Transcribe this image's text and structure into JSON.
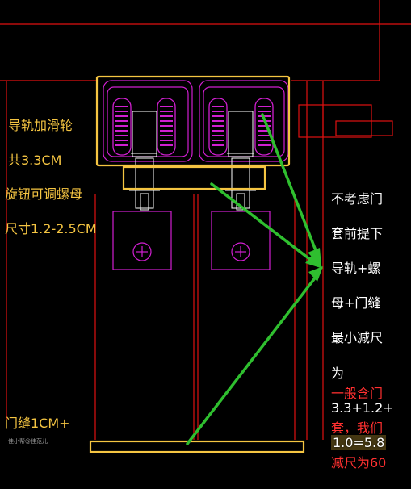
{
  "labels": {
    "rail_pulley_l1": "导轨加滑轮",
    "rail_pulley_l2": "共3.3CM",
    "knob_l1": "旋钮可调螺母",
    "knob_l2": "尺寸1.2-2.5CM",
    "gap": "门缝1CM+",
    "calc_l1": "不考虑门",
    "calc_l2": "套前提下",
    "calc_l3": "导轨+螺",
    "calc_l4": "母+门缝",
    "calc_l5": "最小减尺",
    "calc_l6": "为",
    "calc_l7": "3.3+1.2+",
    "calc_l8": "1.0=5.8",
    "note_l1": "一般含门",
    "note_l2": "套，我们",
    "note_l3": "减尺为60",
    "watermark": "佳小帮@佳范儿"
  },
  "colors": {
    "background": "#000000",
    "cad_red": "#e01010",
    "cad_magenta": "#d11fd1",
    "highlight_yellow": "#f5c542",
    "arrow_green": "#2fbf2f",
    "label_red": "#ff3030",
    "text_white": "#ffffff"
  }
}
